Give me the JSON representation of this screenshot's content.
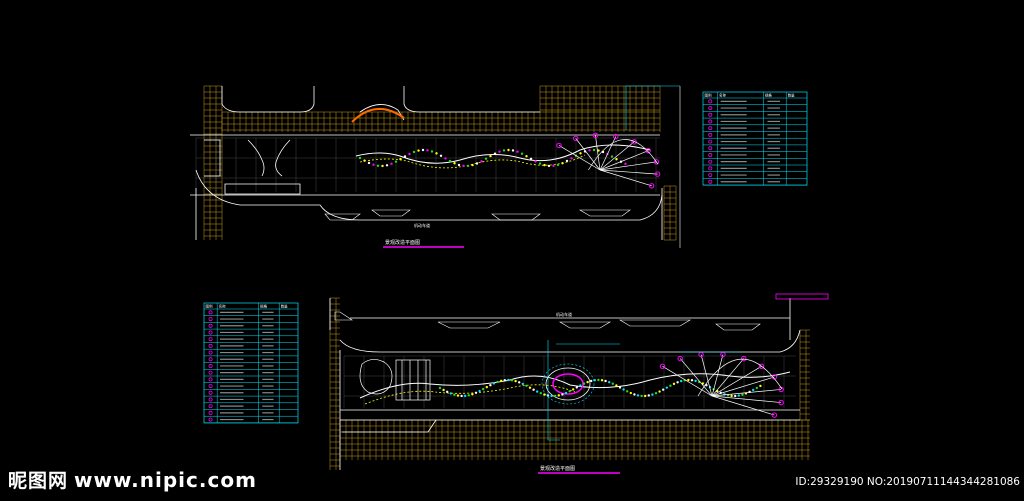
{
  "plan_top": {
    "road_label": "机动车道",
    "drawing_title": "景观改造平面图",
    "table": {
      "headers": [
        "图例",
        "名称",
        "规格",
        "数量"
      ],
      "rows": 13
    }
  },
  "plan_bottom": {
    "road_label": "机动车道",
    "drawing_title": "景观改造平面图",
    "table": {
      "headers": [
        "图例",
        "名称",
        "规格",
        "数量"
      ],
      "rows": 17
    }
  },
  "watermark": {
    "brand": "昵图网",
    "site": "www.nipic.com"
  },
  "id_text": "ID:29329190 NO:20190711144344281086",
  "colors": {
    "background": "#000000",
    "grid": "#d4a017",
    "outline": "#ffffff",
    "table": "#00e5ff",
    "title_underline": "#ff00ff",
    "plants_green": "#22dd22",
    "path_yellow": "#ffff00",
    "accent_orange": "#ff6a00"
  }
}
